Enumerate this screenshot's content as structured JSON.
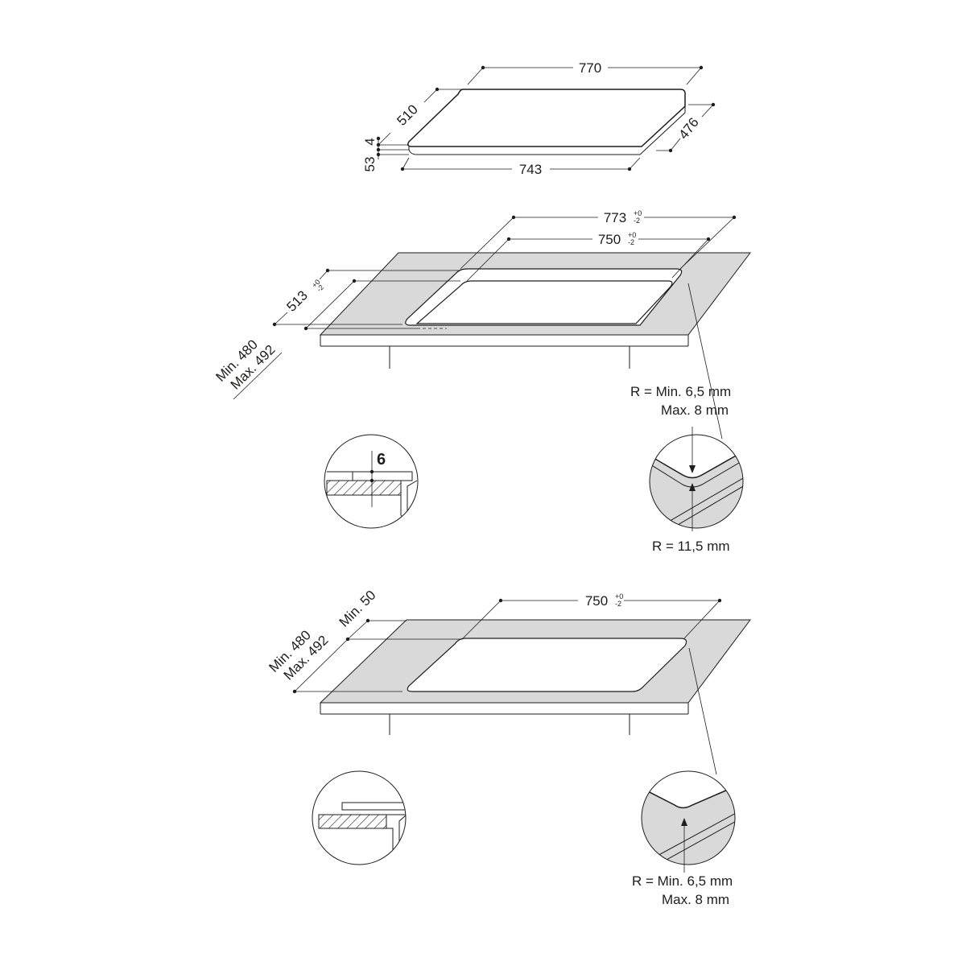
{
  "hob": {
    "width_top": "770",
    "depth_top": "510",
    "width_bottom": "743",
    "depth_bottom": "476",
    "thickness_glass": "4",
    "height_total": "53"
  },
  "cutout_flush": {
    "width_outer": "773",
    "width_outer_tol": "+0\n-2",
    "width_inner": "750",
    "width_inner_tol": "+0\n-2",
    "depth_outer": "513",
    "depth_outer_tol": "+0\n-2",
    "depth_range_min": "Min. 480",
    "depth_range_max": "Max. 492",
    "radius_label_1": "R = Min. 6,5 mm",
    "radius_label_2": "Max. 8 mm",
    "inner_radius_label": "R = 11,5 mm",
    "step_depth": "6"
  },
  "cutout_standard": {
    "width": "750",
    "width_tol": "+0\n-2",
    "depth_min": "Min. 480",
    "depth_max": "Max. 492",
    "front_min": "Min. 50",
    "radius_label_1": "R = Min. 6,5 mm",
    "radius_label_2": "Max. 8 mm"
  }
}
